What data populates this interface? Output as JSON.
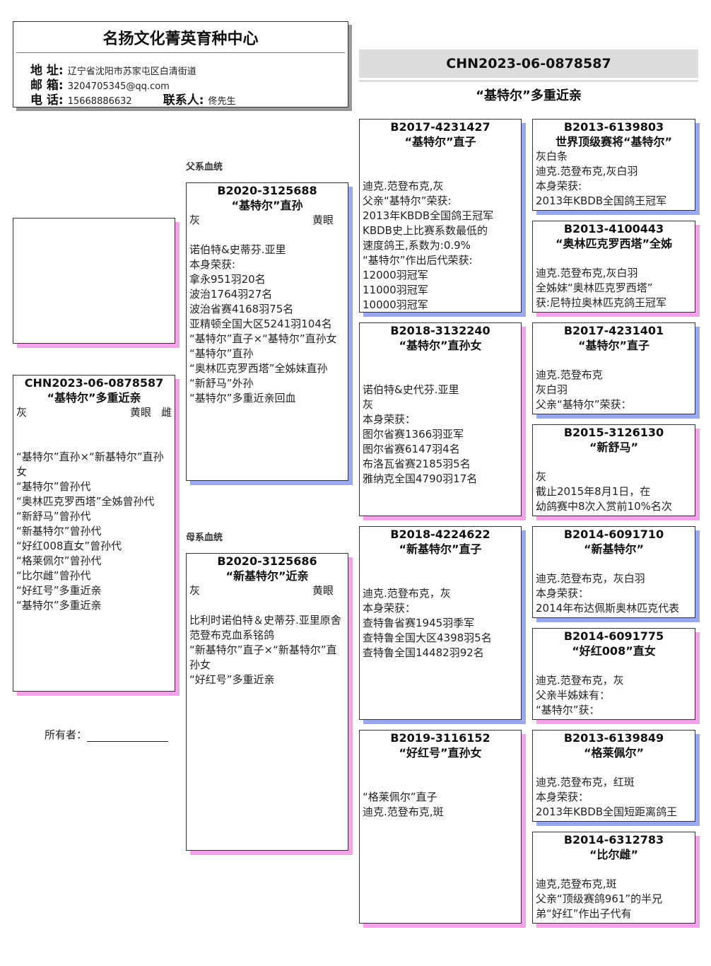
{
  "header": {
    "title": "名扬文化菁英育种中心",
    "address_label": "地 址:",
    "address": "辽宁省沈阳市苏家屯区白清街道",
    "email_label": "邮 箱:",
    "email": "3204705345@qq.com",
    "phone_label": "电 话:",
    "phone": "15668886632",
    "contact_label": "联系人:",
    "contact": "佟先生"
  },
  "banner": {
    "ring": "CHN2023-06-0878587",
    "name": "“基特尔”多重近亲"
  },
  "colors": {
    "male_shadow": "#99a8f0",
    "female_shadow": "#f5a3e8",
    "banner_bg": "#dddddd"
  },
  "subject": {
    "ring": "CHN2023-06-0878587",
    "name": "“基特尔”多重近亲",
    "color": "灰",
    "eye": "黄眼",
    "sex": "雌",
    "lines": [
      "",
      "",
      "“基特尔”直孙×“新基特尔”直孙女",
      "“基特尔”曾孙代",
      "“奥林匹克罗西塔”全姊曾孙代",
      "“新舒马”曾孙代",
      "“新基特尔”曾孙代",
      "“好红008直女”曾孙代",
      "“格莱佩尔”曾孙代",
      "“比尔雌”曾孙代",
      "“好红号”多重近亲",
      "“基特尔”多重近亲"
    ]
  },
  "sire_label": "父系血统",
  "sire": {
    "ring": "B2020-3125688",
    "name": "“基特尔”直孙",
    "color": "灰",
    "eye": "黄眼",
    "lines": [
      "",
      "诺伯特&史蒂芬.亚里",
      "本身荣获:",
      "拿永951羽20名",
      "波治1764羽27名",
      "波治省赛4168羽75名",
      "亚精顿全国大区5241羽104名",
      "“基特尔”直子×“基特尔”直孙女",
      "“基特尔”直孙",
      "“奥林匹克罗西塔”全姊妹直孙",
      "“新舒马”外孙",
      "“基特尔”多重近亲回血"
    ]
  },
  "dam_label": "母系血统",
  "dam": {
    "ring": "B2020-3125686",
    "name": "“新基特尔”近亲",
    "color": "灰",
    "eye": "黄眼",
    "lines": [
      "",
      "比利时诺伯特＆史蒂芬.亚里原舍",
      "范登布克血系铭鸽",
      "“新基特尔”直子×“新基特尔”直孙女",
      "“好红号”多重近亲"
    ]
  },
  "owner": {
    "label": "所有者："
  },
  "grandparents": [
    {
      "ring": "B2017-4231427",
      "name": "“基特尔”直子",
      "sex": "m",
      "lines": [
        "",
        "",
        "迪克.范登布克,灰",
        "父亲“基特尔”荣获:",
        "2013年KBDB全国鸽王冠军",
        "KBDB史上比赛系数最低的",
        "速度鸽王,系数为:0.9%",
        "“基特尔”作出后代荣获:",
        "12000羽冠军",
        "11000羽冠军",
        "10000羽冠军"
      ]
    },
    {
      "ring": "B2018-3132240",
      "name": "“基特尔”直孙女",
      "sex": "f",
      "lines": [
        "",
        "",
        "诺伯特&史代芬.亚里",
        "灰",
        "本身荣获：",
        "图尔省赛1366羽亚军",
        "图尔省赛6147羽4名",
        "布洛瓦省赛2185羽5名",
        "雅纳克全国4790羽17名"
      ]
    },
    {
      "ring": "B2018-4224622",
      "name": "“新基特尔”直子",
      "sex": "m",
      "lines": [
        "",
        "",
        "迪克.范登布克，灰",
        "本身荣获：",
        "查特鲁省赛1945羽季军",
        "查特鲁全国大区4398羽5名",
        "查特鲁全国14482羽92名"
      ]
    },
    {
      "ring": "B2019-3116152",
      "name": "“好红号”直孙女",
      "sex": "f",
      "lines": [
        "",
        "",
        "“格莱佩尔”直子",
        "迪克.范登布克,斑"
      ]
    }
  ],
  "great_grandparents": [
    {
      "ring": "B2013-6139803",
      "name": "世界顶级赛将“基特尔”",
      "sex": "m",
      "lines": [
        "灰白条",
        "迪克.范登布克,灰白羽",
        "本身荣获:",
        "2013年KBDB全国鸽王冠军"
      ]
    },
    {
      "ring": "B2013-4100443",
      "name": "“奥林匹克罗西塔”全姊",
      "sex": "f",
      "lines": [
        "",
        "迪克.范登布克,灰白羽",
        "全姊妹“奥林匹克罗西塔”",
        "获:尼特拉奥林匹克鸽王冠军"
      ]
    },
    {
      "ring": "B2017-4231401",
      "name": "“基特尔”直子",
      "sex": "m",
      "lines": [
        "",
        "迪克.范登布克",
        "灰白羽",
        "父亲“基特尔”荣获："
      ]
    },
    {
      "ring": "B2015-3126130",
      "name": "“新舒马”",
      "sex": "f",
      "lines": [
        "",
        "灰",
        "截止2015年8月1日，在",
        "幼鸽赛中8次入赏前10%名次"
      ]
    },
    {
      "ring": "B2014-6091710",
      "name": "“新基特尔”",
      "sex": "m",
      "lines": [
        "",
        "迪克.范登布克，灰白羽",
        "本身荣获：",
        "2014年布达佩斯奥林匹克代表"
      ]
    },
    {
      "ring": "B2014-6091775",
      "name": "“好红008”直女",
      "sex": "f",
      "lines": [
        "",
        "迪克.范登布克，灰",
        "父亲半姊妹有：",
        "“基特尔”获："
      ]
    },
    {
      "ring": "B2013-6139849",
      "name": "“格莱佩尔”",
      "sex": "m",
      "lines": [
        "",
        "迪克.范登布克，红斑",
        "本身荣获：",
        "2013年KBDB全国短距离鸽王"
      ]
    },
    {
      "ring": "B2014-6312783",
      "name": "“比尔雌”",
      "sex": "f",
      "lines": [
        "",
        "迪克,范登布克,斑",
        "父亲“顶级赛鸽961”的半兄",
        "弟“好红”作出子代有"
      ]
    }
  ]
}
